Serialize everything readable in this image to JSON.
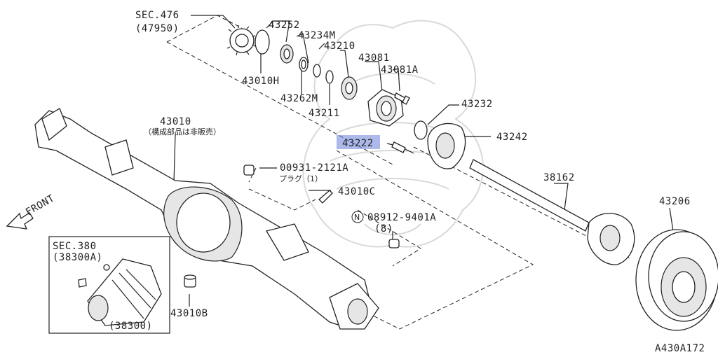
{
  "labels": {
    "sec476": "SEC.476",
    "p47950": "(47950)",
    "p43252": "43252",
    "p43234m": "43234M",
    "p43210": "43210",
    "p43081": "43081",
    "p43081a": "43081A",
    "p43010h": "43010H",
    "p43262m": "43262M",
    "p43211": "43211",
    "p43232": "43232",
    "p43242": "43242",
    "p43222": "43222",
    "p43010": "43010",
    "p43010_note": "（構成部品は非販売）",
    "p00931": "00931-2121A",
    "plug": "プラグ（1）",
    "p43010c": "43010C",
    "p38162": "38162",
    "p43206": "43206",
    "n_circle": "N",
    "p08912": "08912-9401A",
    "qty8": "(8)",
    "front": "FRONT",
    "sec380": "SEC.380",
    "p38300a": "(38300A)",
    "p38300": "(38300)",
    "p43010b": "43010B",
    "diagram_id": "A430A172"
  },
  "highlight": {
    "part": "43222",
    "color": "#6a7fd8"
  }
}
